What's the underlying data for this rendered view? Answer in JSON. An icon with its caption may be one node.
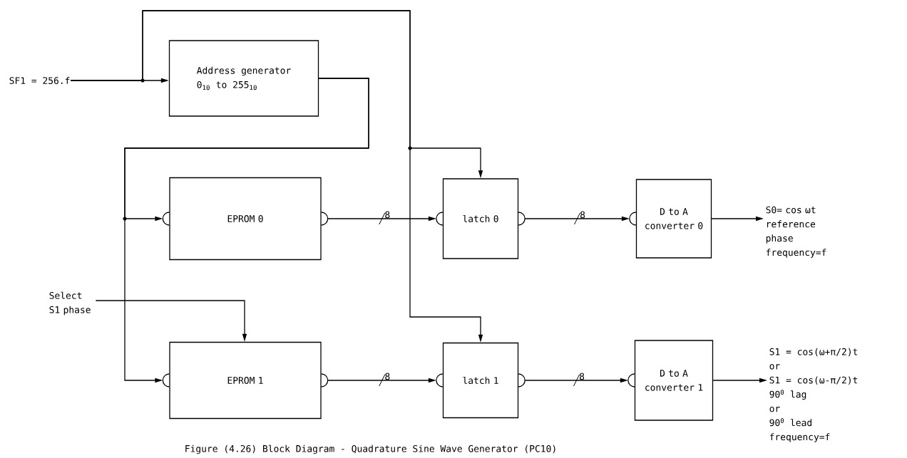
{
  "diagram": {
    "caption": "Figure (4.26) Block Diagram - Quadrature Sine Wave Generator (PC10)",
    "nodes": [
      {
        "text": [
          "SF1 = 256.f"
        ]
      },
      {
        "text": [
          "Address generator",
          "0$_{10}$ to 255$_{10}$"
        ]
      },
      {
        "text": [
          "EPROM 0"
        ]
      },
      {
        "text": [
          "EPROM 1"
        ]
      },
      {
        "text": [
          "latch 0"
        ]
      },
      {
        "text": [
          "latch 1"
        ]
      },
      {
        "text": [
          "D to A converter 0"
        ]
      },
      {
        "text": [
          "D to A converter 1"
        ]
      },
      {
        "text": [
          "S0= cos ωt reference phase frequency=f"
        ]
      },
      {
        "text": [
          "S1 = cos(ω+π/2)t",
          "or",
          "S1 = cos(ω-π/2)t",
          "90$^{0}$ lag",
          "or",
          "90$^{0}$ lead",
          "frequency=f"
        ]
      },
      {
        "text": [
          "Select S1 phase"
        ]
      }
    ],
    "edges": [
      {
        "from": 0,
        "to": 1,
        "arrow": "to"
      },
      {
        "from": 0,
        "to": 4,
        "arrow": "to"
      },
      {
        "from": 0,
        "to": 5,
        "arrow": "to"
      },
      {
        "from": 1,
        "to": 2,
        "arrow": "to"
      },
      {
        "from": 1,
        "to": 3,
        "arrow": "to"
      },
      {
        "from": 2,
        "to": 4,
        "arrow": "to",
        "label": "8"
      },
      {
        "from": 3,
        "to": 5,
        "arrow": "to",
        "label": "8"
      },
      {
        "from": 4,
        "to": 6,
        "arrow": "to",
        "label": "8"
      },
      {
        "from": 5,
        "to": 7,
        "arrow": "to",
        "label": "8"
      },
      {
        "from": 6,
        "to": 8,
        "arrow": "to"
      },
      {
        "from": 7,
        "to": 9,
        "arrow": "to"
      },
      {
        "from": 10,
        "to": 3,
        "arrow": "to"
      }
    ]
  }
}
